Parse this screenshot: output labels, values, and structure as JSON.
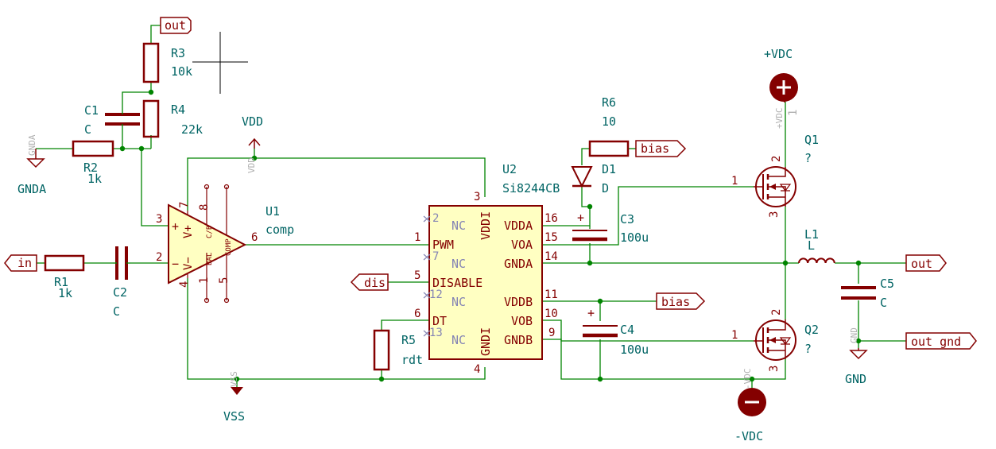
{
  "colors": {
    "wire": "#008400",
    "body": "#840000",
    "fill": "#ffffc2",
    "ref": "#006464",
    "pin": "#840000",
    "nc": "#8484b4",
    "pwr": "#840000",
    "ghost": "#b0b0b0",
    "cross": "#000000"
  },
  "components": {
    "R1": {
      "ref": "R1",
      "value": "1k"
    },
    "R2": {
      "ref": "R2",
      "value": "1k"
    },
    "R3": {
      "ref": "R3",
      "value": "10k"
    },
    "R4": {
      "ref": "R4",
      "value": "22k"
    },
    "R5": {
      "ref": "R5",
      "value": "rdt"
    },
    "R6": {
      "ref": "R6",
      "value": "10"
    },
    "C1": {
      "ref": "C1",
      "value": "C"
    },
    "C2": {
      "ref": "C2",
      "value": "C"
    },
    "C3": {
      "ref": "C3",
      "value": "100u"
    },
    "C4": {
      "ref": "C4",
      "value": "100u"
    },
    "C5": {
      "ref": "C5",
      "value": "C"
    },
    "D1": {
      "ref": "D1",
      "value": "D"
    },
    "L1": {
      "ref": "L1",
      "value": "L"
    },
    "Q1": {
      "ref": "Q1",
      "value": "?"
    },
    "Q2": {
      "ref": "Q2",
      "value": "?"
    },
    "U1": {
      "ref": "U1",
      "value": "comp"
    },
    "U2": {
      "ref": "U2",
      "value": "Si8244CB"
    }
  },
  "labels": {
    "out_top": "out",
    "in": "in",
    "bias_top": "bias",
    "bias_mid": "bias",
    "dis": "dis",
    "out_right": "out",
    "out_gnd": "out gnd"
  },
  "power": {
    "gnda": "GNDA",
    "gnda_ghost": "GNDA",
    "vdd": "VDD",
    "vdd_ghost": "VDD",
    "vss": "VSS",
    "vss_ghost": "VSS",
    "pvdc": "+VDC",
    "pvdc_ghost": "+VDC",
    "nvdc": "-VDC",
    "nvdc_ghost": "-VDC",
    "gnd": "GND",
    "gnd_ghost": "GND"
  },
  "u1_pins": {
    "plus": "+",
    "minus": "−",
    "vplus": "V+",
    "vminus": "V−",
    "cb": "C/B",
    "bal": "BAL",
    "comp": "COMP",
    "n3": "3",
    "n2": "2",
    "n7": "7",
    "n8": "8",
    "n4": "4",
    "n1": "1",
    "n5": "5",
    "n6": "6"
  },
  "u2_pins": {
    "nc2": "NC",
    "nc7": "NC",
    "nc12": "NC",
    "nc13": "NC",
    "pwm": "PWM",
    "disable": "DISABLE",
    "dt": "DT",
    "vddi": "VDDI",
    "gndi": "GNDI",
    "vdda": "VDDA",
    "voa": "VOA",
    "gnda": "GNDA",
    "vddb": "VDDB",
    "vob": "VOB",
    "gndb": "GNDB",
    "n2": "2",
    "n1": "1",
    "n7": "7",
    "n5": "5",
    "n12": "12",
    "n6": "6",
    "n13": "13",
    "n3": "3",
    "n4": "4",
    "n16": "16",
    "n15": "15",
    "n14": "14",
    "n11": "11",
    "n10": "10",
    "n9": "9"
  },
  "pin_numbers": {
    "q1_gate": "1",
    "q1_drain": "2",
    "q1_source": "3",
    "q2_gate": "1",
    "q2_drain": "2",
    "q2_source": "3",
    "pvdc_pin": "1",
    "plus_sign": "+"
  }
}
